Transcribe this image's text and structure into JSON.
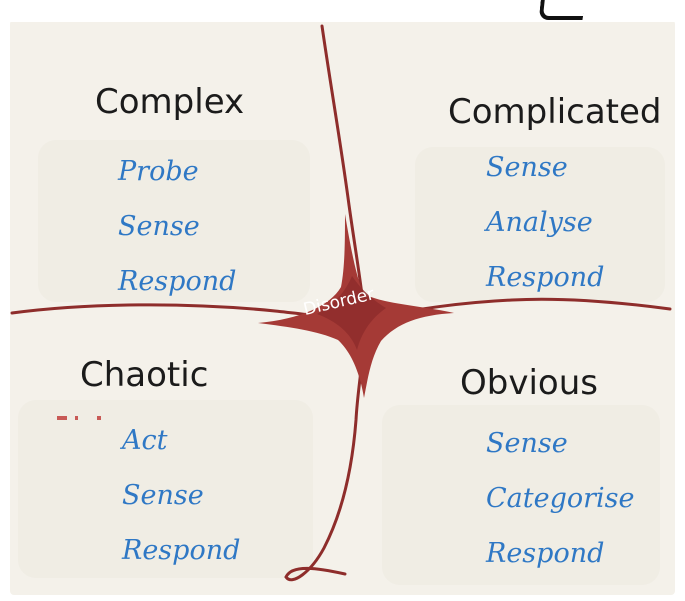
{
  "colors": {
    "background": "#f4f1ea",
    "line": "#8e2d2b",
    "disorder_fill": "#a53a36",
    "heading": "#1b1b1b",
    "steps": "#2f78c5",
    "disorder_text": "#ffffff"
  },
  "domains": {
    "complex": {
      "title": "Complex",
      "steps": [
        "Probe",
        "Sense",
        "Respond"
      ]
    },
    "complicated": {
      "title": "Complicated",
      "steps": [
        "Sense",
        "Analyse",
        "Respond"
      ]
    },
    "chaotic": {
      "title": "Chaotic",
      "steps": [
        "Act",
        "Sense",
        "Respond"
      ]
    },
    "obvious": {
      "title": "Obvious",
      "steps": [
        "Sense",
        "Categorise",
        "Respond"
      ]
    }
  },
  "center": {
    "label": "Disorder"
  }
}
